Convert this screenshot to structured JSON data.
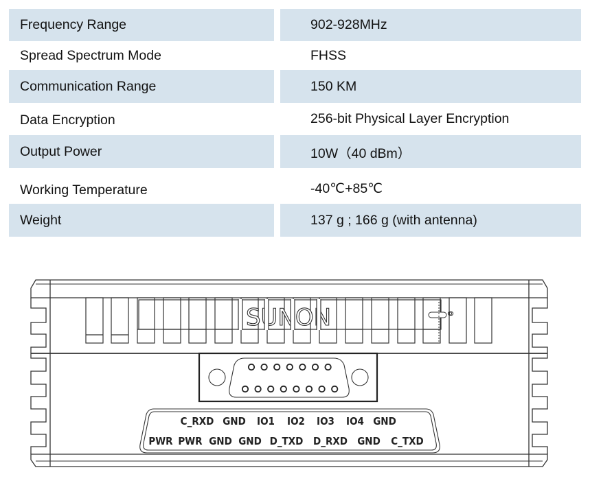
{
  "specs": [
    {
      "label": "Frequency Range",
      "value": "902-928MHz",
      "shaded": true
    },
    {
      "label": "Spread Spectrum Mode",
      "value": "FHSS",
      "shaded": false
    },
    {
      "label": "Communication Range",
      "value": "150 KM",
      "shaded": true
    },
    {
      "label": "Data Encryption",
      "value": "256-bit Physical Layer Encryption",
      "shaded": false
    },
    {
      "label": "Output Power",
      "value": "10W（40 dBm）",
      "shaded": true
    },
    {
      "label": "Working Temperature",
      "value": "-40℃+85℃",
      "shaded": false
    },
    {
      "label": "Weight",
      "value": "137 g ; 166 g (with antenna)",
      "shaded": true
    }
  ],
  "colors": {
    "row_shade": "#d6e3ed",
    "line": "#333333"
  },
  "device": {
    "brand": "SUNON",
    "connector": "DB15 connector",
    "pin_labels_top": [
      "C_RXD",
      "GND",
      "IO1",
      "IO2",
      "IO3",
      "IO4",
      "GND"
    ],
    "pin_labels_bottom": [
      "PWR",
      "PWR",
      "GND",
      "GND",
      "D_TXD",
      "D_RXD",
      "GND",
      "C_TXD"
    ],
    "pins_top_count": 7,
    "pins_bottom_count": 8
  }
}
